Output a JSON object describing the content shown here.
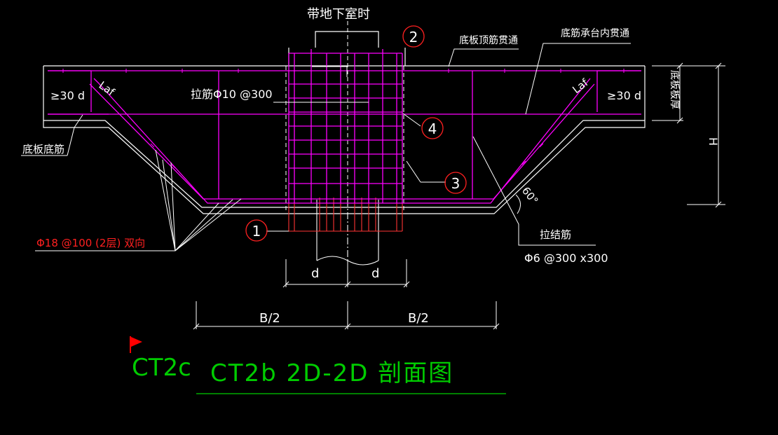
{
  "colors": {
    "background": "#000000",
    "outline": "#ffffff",
    "rebar": "#ff00ff",
    "pile": "#ff3333",
    "callout": "#ff2020",
    "label": "#ffffff",
    "title": "#00cc00",
    "flag": "#ff0000"
  },
  "labels": {
    "basement_note": "带地下室时",
    "top_bar_through": "底板顶筋贯通",
    "bottom_bar_through": "底筋承台内贯通",
    "tie_bar_note": "拉筋Φ10 @300",
    "anchor_left": "≥30 d",
    "anchor_right": "≥30 d",
    "laf_left": "Laf",
    "laf_right": "Laf",
    "slab_bottom_bar": "底板底筋",
    "slab_thickness": "底板板厚",
    "height": "H",
    "angle": "60°",
    "stirrup_title": "拉结筋",
    "stirrup_spec": "Φ6 @300 x300",
    "double_layer_bar": "Φ18 @100 (2层) 双向",
    "pile_dia_left": "d",
    "pile_dia_right": "d",
    "half_width_left": "B/2",
    "half_width_right": "B/2"
  },
  "callouts": [
    "1",
    "2",
    "3",
    "4"
  ],
  "title": {
    "prefix": "CT2c",
    "main": "CT2b 2D-2D 剖面图"
  }
}
